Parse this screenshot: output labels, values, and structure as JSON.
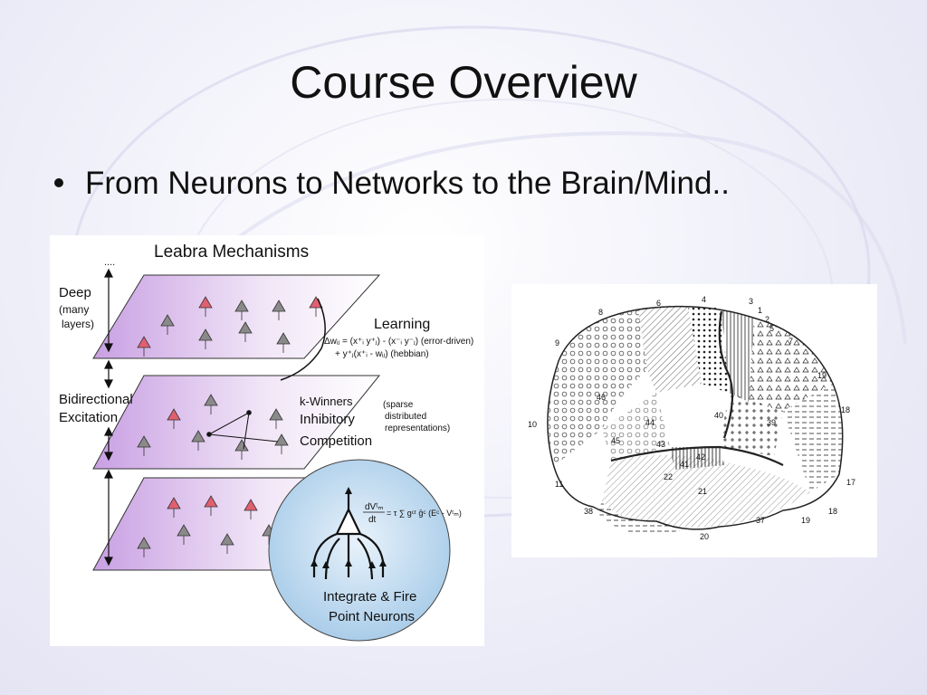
{
  "slide": {
    "title": "Course Overview",
    "bullets": [
      "From Neurons to Networks to the Brain/Mind.."
    ]
  },
  "leabra_figure": {
    "title": "Leabra Mechanisms",
    "dots": "....",
    "deep_label": "Deep",
    "deep_sub1": "(many",
    "deep_sub2": "layers)",
    "bidir_label1": "Bidirectional",
    "bidir_label2": "Excitation",
    "learning_label": "Learning",
    "learning_eq1": "Δwᵢⱼ = (x⁺ᵢ y⁺ⱼ) - (x⁻ᵢ y⁻ⱼ) (error-driven)",
    "learning_eq2": "+ y⁺ⱼ(x⁺ᵢ - wᵢⱼ)      (hebbian)",
    "kwta_label1": "k-Winners",
    "kwta_label2": "Inhibitory",
    "kwta_label3": "Competition",
    "sparse1": "(sparse",
    "sparse2": "distributed",
    "sparse3": "representations)",
    "neuron_eq_left": "dVᵗₘ",
    "neuron_eq_dt": "dt",
    "neuron_eq_right": "= τ ∑ gᶜᵗ ḡᶜ (Eᶜ - Vᵗₘ)",
    "neuron_label1": "Integrate & Fire",
    "neuron_label2": "Point Neurons"
  },
  "brain_figure": {
    "area_numbers": [
      "4",
      "6",
      "8",
      "3",
      "1",
      "2",
      "5",
      "7",
      "9",
      "19",
      "10",
      "18",
      "46",
      "40",
      "39",
      "44",
      "45",
      "43",
      "42",
      "41",
      "22",
      "21",
      "11",
      "17",
      "38",
      "20",
      "37",
      "19",
      "18"
    ]
  },
  "colors": {
    "layer_fill": "#d8b8ea",
    "neuron_red": "#e06070",
    "neuron_gray": "#8a8a8a",
    "circle_fill": "#c7dff2"
  }
}
